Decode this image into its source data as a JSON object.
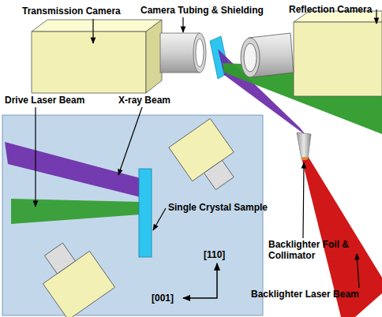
{
  "diagram": {
    "labels": [
      "Transmission Camera",
      "Camera Tubing & Shielding",
      "Reflection Camera",
      "Drive Laser Beam",
      "X-ray Beam",
      "Single Crystal Sample",
      "[110]",
      "[001]",
      "Backlighter Foil & Collimator",
      "Backlighter Laser Beam"
    ]
  }
}
